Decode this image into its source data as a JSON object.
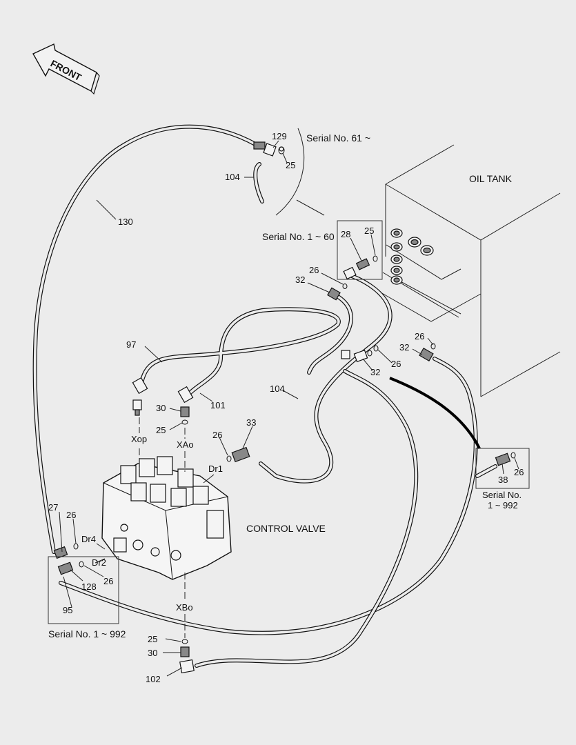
{
  "orientation": {
    "front": "FRONT"
  },
  "components": {
    "oil_tank": "OIL TANK",
    "control_valve": "CONTROL VALVE"
  },
  "serial_notes": {
    "serial_61_up": "Serial No. 61 ~",
    "serial_1_60": "Serial No. 1 ~ 60",
    "serial_1_992_left": "Serial No. 1 ~ 992",
    "serial_1_992_right_line1": "Serial No.",
    "serial_1_992_right_line2": "1 ~ 992"
  },
  "port_labels": {
    "xop": "Xop",
    "xao": "XAo",
    "xbo": "XBo",
    "dr1": "Dr1",
    "dr2": "Dr2",
    "dr4": "Dr4"
  },
  "part_numbers": {
    "p129": "129",
    "p25_top": "25",
    "p104_top": "104",
    "p130": "130",
    "p28": "28",
    "p25_tank": "25",
    "p26_tank": "26",
    "p32_tank": "32",
    "p97": "97",
    "p101": "101",
    "p30_xao": "30",
    "p25_xao": "25",
    "p104_mid": "104",
    "p26_dr1": "26",
    "p33": "33",
    "p32_mid": "32",
    "p26_mid": "26",
    "p32_right": "32",
    "p26_right": "26",
    "p38": "38",
    "p26_box": "26",
    "p27": "27",
    "p26_dr4": "26",
    "p128": "128",
    "p26_dr2": "26",
    "p95": "95",
    "p25_xbo": "25",
    "p30_xbo": "30",
    "p102": "102"
  }
}
